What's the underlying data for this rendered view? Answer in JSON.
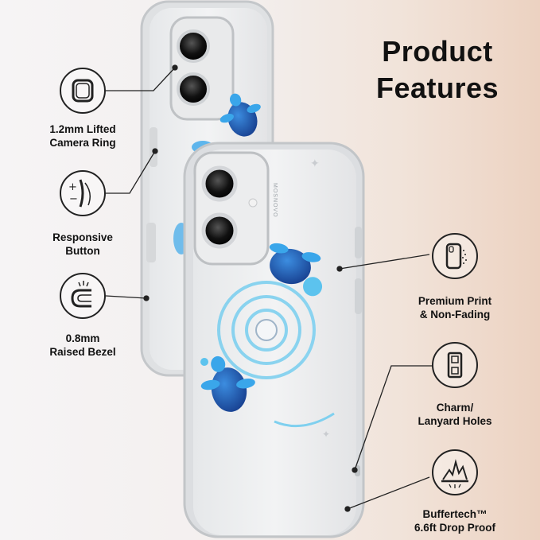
{
  "title": {
    "line1": "Product",
    "line2": "Features"
  },
  "brand": {
    "case_text": "MOSNOVO"
  },
  "features_left": [
    {
      "line1": "1.2mm Lifted",
      "line2": "Camera Ring",
      "icon": "camera-ring-icon"
    },
    {
      "line1": "Responsive",
      "line2": "Button",
      "icon": "button-press-icon"
    },
    {
      "line1": "0.8mm",
      "line2": "Raised Bezel",
      "icon": "raised-bezel-icon"
    }
  ],
  "features_right": [
    {
      "line1": "Premium Print",
      "line2": "& Non-Fading",
      "icon": "print-phone-icon"
    },
    {
      "line1": "Charm/",
      "line2": "Lanyard Holes",
      "icon": "lanyard-hole-icon"
    },
    {
      "line1": "Buffertech™",
      "line2": "6.6ft Drop Proof",
      "icon": "drop-impact-icon"
    }
  ],
  "colors": {
    "turtle_dark": "#1e4fa8",
    "turtle_light": "#3aa6ea",
    "accent_cyan": "#7fd0ef",
    "line": "#222222"
  }
}
